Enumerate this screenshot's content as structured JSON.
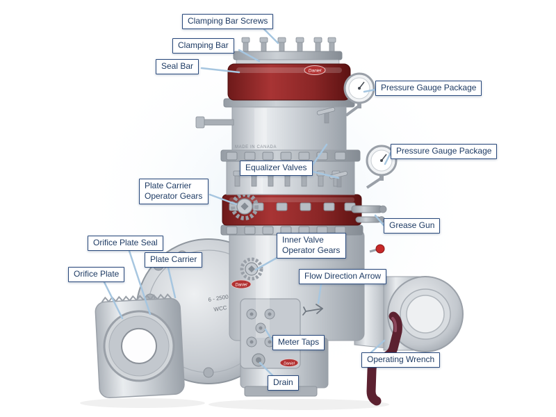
{
  "figure": {
    "label_border_color": "#27477a",
    "label_text_color": "#1d3a63",
    "leader_color": "#a6c6e0",
    "paint_red": "#8a2626",
    "wrench_maroon": "#5c2130",
    "metal_gray": "#c6cbd1"
  },
  "labels": {
    "clamping_bar_screws": "Clamping Bar Screws",
    "clamping_bar": "Clamping Bar",
    "seal_bar": "Seal Bar",
    "pressure_gauge_package_top": "Pressure Gauge Package",
    "pressure_gauge_package_mid": "Pressure Gauge Package",
    "equalizer_valves": "Equalizer Valves",
    "plate_carrier_operator_gears": "Plate Carrier Operator Gears",
    "grease_gun": "Grease Gun",
    "inner_valve_operator_gears": "Inner Valve Operator Gears",
    "orifice_plate_seal": "Orifice Plate Seal",
    "plate_carrier": "Plate Carrier",
    "orifice_plate": "Orifice Plate",
    "flow_direction_arrow": "Flow Direction Arrow",
    "meter_taps": "Meter Taps",
    "operating_wrench": "Operating Wrench",
    "drain": "Drain"
  },
  "engravings": {
    "made_in": "MADE IN CANADA",
    "brand": "Daniel",
    "size_rating": "6 - 2500",
    "material": "WCC"
  }
}
